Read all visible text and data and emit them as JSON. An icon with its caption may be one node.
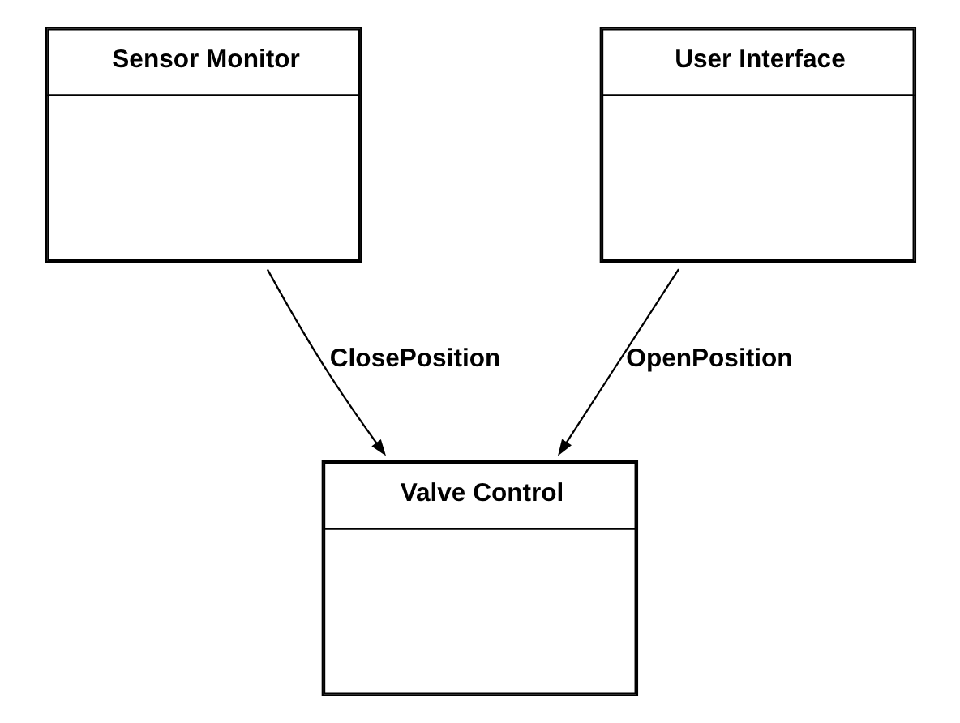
{
  "diagram": {
    "nodes": [
      {
        "text": [
          "Sensor Monitor"
        ]
      },
      {
        "text": [
          "User Interface"
        ]
      },
      {
        "text": [
          "Valve Control"
        ]
      }
    ],
    "edges": [
      {
        "from": 0,
        "to": 2,
        "arrow": "to",
        "label": "ClosePosition"
      },
      {
        "from": 1,
        "to": 2,
        "arrow": "to",
        "label": "OpenPosition"
      }
    ]
  }
}
